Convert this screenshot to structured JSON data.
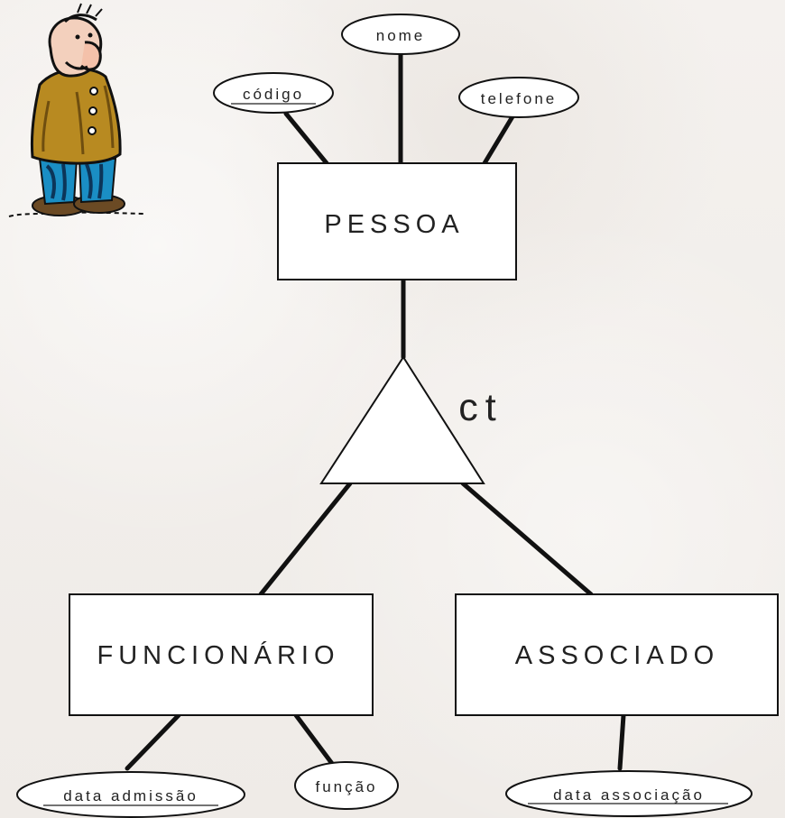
{
  "diagram": {
    "entities": {
      "pessoa": "PESSOA",
      "funcionario": "FUNCIONÁRIO",
      "associado": "ASSOCIADO"
    },
    "attributes": {
      "codigo": "código",
      "nome": "nome",
      "telefone": "telefone",
      "data_admissao": "data admissão",
      "funcao": "função",
      "data_associacao": "data associação"
    },
    "specialization_label": "ct"
  }
}
